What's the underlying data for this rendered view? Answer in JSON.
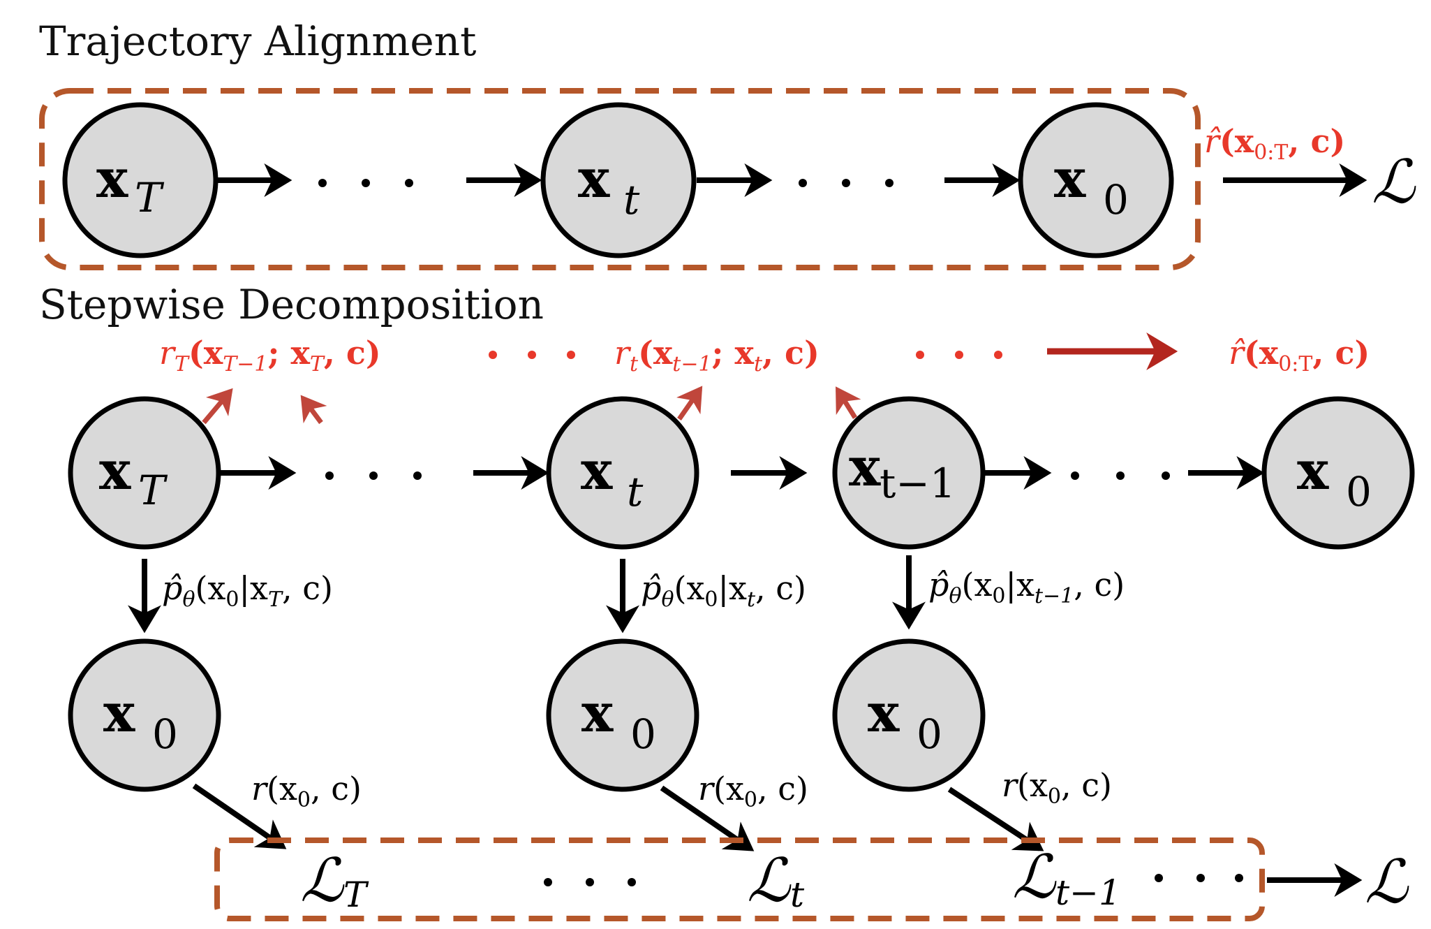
{
  "figure": {
    "colors": {
      "node_fill": "#d9d9d9",
      "node_stroke": "#000000",
      "dashed_box": "#b5572a",
      "red_label": "#e8382a",
      "red_arrow": "#b3261e",
      "red_small_arrow": "#c0463b"
    }
  },
  "trajectory": {
    "title": "Trajectory Alignment",
    "nodes": [
      {
        "main": "x",
        "sub": "T"
      },
      {
        "main": "x",
        "sub": "t"
      },
      {
        "main": "x",
        "sub": "0"
      }
    ],
    "ellipsis": "· · ·",
    "reward_label": "r̂(x₀:T, c)",
    "loss": "ℒ"
  },
  "stepwise": {
    "title": "Stepwise Decomposition",
    "step_rewards": [
      "r_T(x_{T−1}; x_T, c)",
      "r_t(x_{t−1}; x_t, c)"
    ],
    "step_reward_display": [
      {
        "r": "r",
        "rsub": "T",
        "args": "(x",
        "a1sub": "T−1",
        "mid": "; x",
        "a2sub": "T",
        "tail": ", c)"
      },
      {
        "r": "r",
        "rsub": "t",
        "args": "(x",
        "a1sub": "t−1",
        "mid": "; x",
        "a2sub": "t",
        "tail": ", c)"
      }
    ],
    "aggregate_reward": {
      "hat": "r̂",
      "args": "(x",
      "sub": "0:T",
      "tail": ", c)"
    },
    "ellipsis": "· · ·",
    "chain_nodes": [
      {
        "main": "x",
        "sub": "T"
      },
      {
        "main": "x",
        "sub": "t"
      },
      {
        "main": "x",
        "sub": "t−1"
      },
      {
        "main": "x",
        "sub": "0"
      }
    ],
    "predictions": [
      {
        "p": "p̂",
        "psub": "θ",
        "open": "(x",
        "x0sub": "0",
        "bar": "|x",
        "cond_sub": "T",
        "tail": ", c)"
      },
      {
        "p": "p̂",
        "psub": "θ",
        "open": "(x",
        "x0sub": "0",
        "bar": "|x",
        "cond_sub": "t",
        "tail": ", c)"
      },
      {
        "p": "p̂",
        "psub": "θ",
        "open": "(x",
        "x0sub": "0",
        "bar": "|x",
        "cond_sub": "t−1",
        "tail": ", c)"
      }
    ],
    "predicted_nodes": [
      {
        "main": "x",
        "sub": "0"
      },
      {
        "main": "x",
        "sub": "0"
      },
      {
        "main": "x",
        "sub": "0"
      }
    ],
    "rewards": [
      {
        "r": "r",
        "open": "(x",
        "sub": "0",
        "tail": ", c)"
      },
      {
        "r": "r",
        "open": "(x",
        "sub": "0",
        "tail": ", c)"
      },
      {
        "r": "r",
        "open": "(x",
        "sub": "0",
        "tail": ", c)"
      }
    ],
    "losses": [
      {
        "L": "ℒ",
        "sub": "T"
      },
      {
        "L": "ℒ",
        "sub": "t"
      },
      {
        "L": "ℒ",
        "sub": "t−1"
      }
    ],
    "total_loss": "ℒ"
  }
}
